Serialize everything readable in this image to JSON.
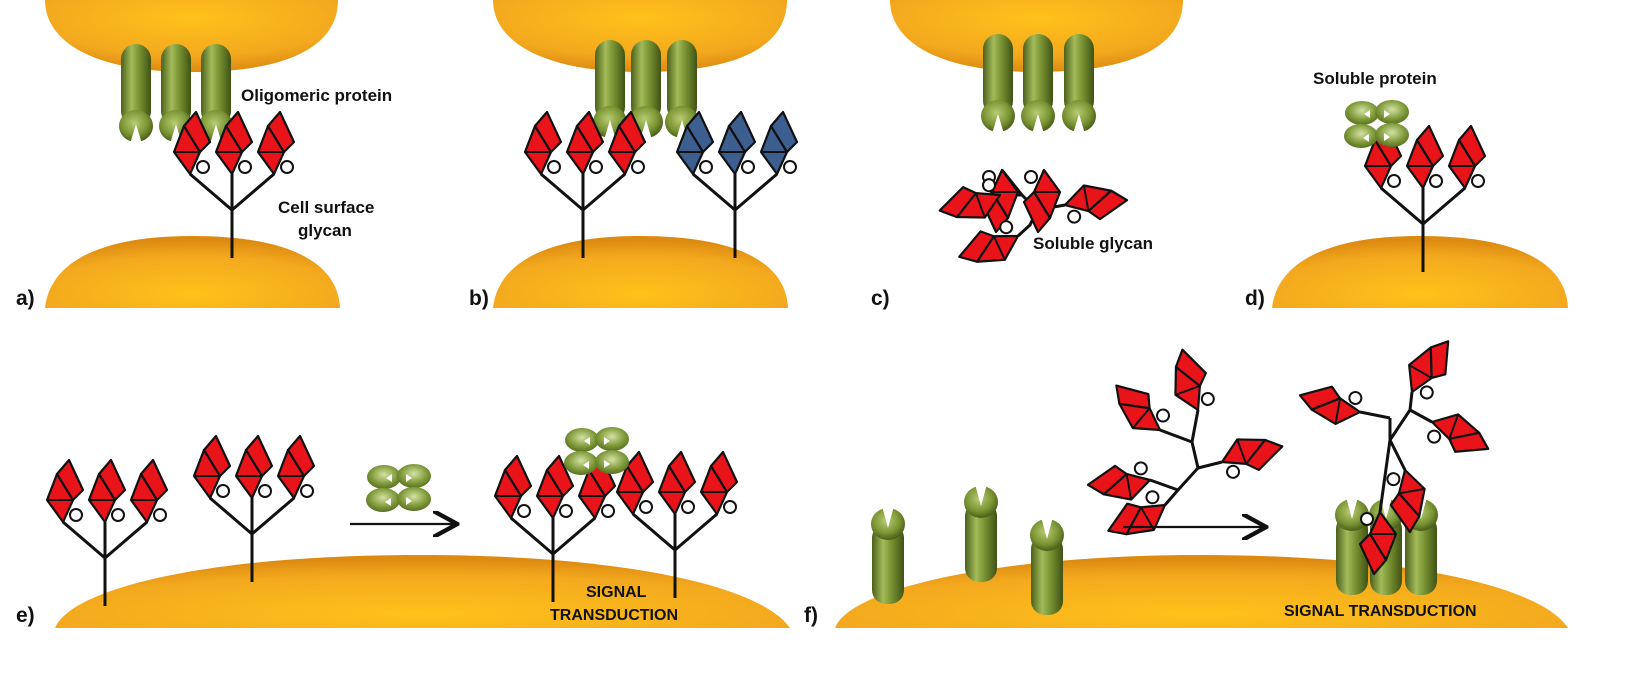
{
  "panels": {
    "a": {
      "label": "a)",
      "protein_label": "Oligomeric protein",
      "glycan_label_line1": "Cell surface",
      "glycan_label_line2": "glycan"
    },
    "b": {
      "label": "b)"
    },
    "c": {
      "label": "c)",
      "glycan_label": "Soluble glycan"
    },
    "d": {
      "label": "d)",
      "protein_label": "Soluble protein"
    },
    "e": {
      "label": "e)",
      "signal_line1": "SIGNAL",
      "signal_line2": "TRANSDUCTION"
    },
    "f": {
      "label": "f)",
      "signal_label": "SIGNAL TRANSDUCTION"
    }
  },
  "colors": {
    "cell": "#f4b422",
    "cell_edge": "#d98a10",
    "protein": "#7a9433",
    "protein_dark": "#52691e",
    "glycan_red": "#e8141a",
    "glycan_blue": "#3d5f8f",
    "stroke": "#111111"
  },
  "icons": [
    "cell-membrane-icon",
    "oligomeric-protein-icon",
    "glycan-tree-icon",
    "soluble-protein-icon",
    "arrow-icon"
  ]
}
